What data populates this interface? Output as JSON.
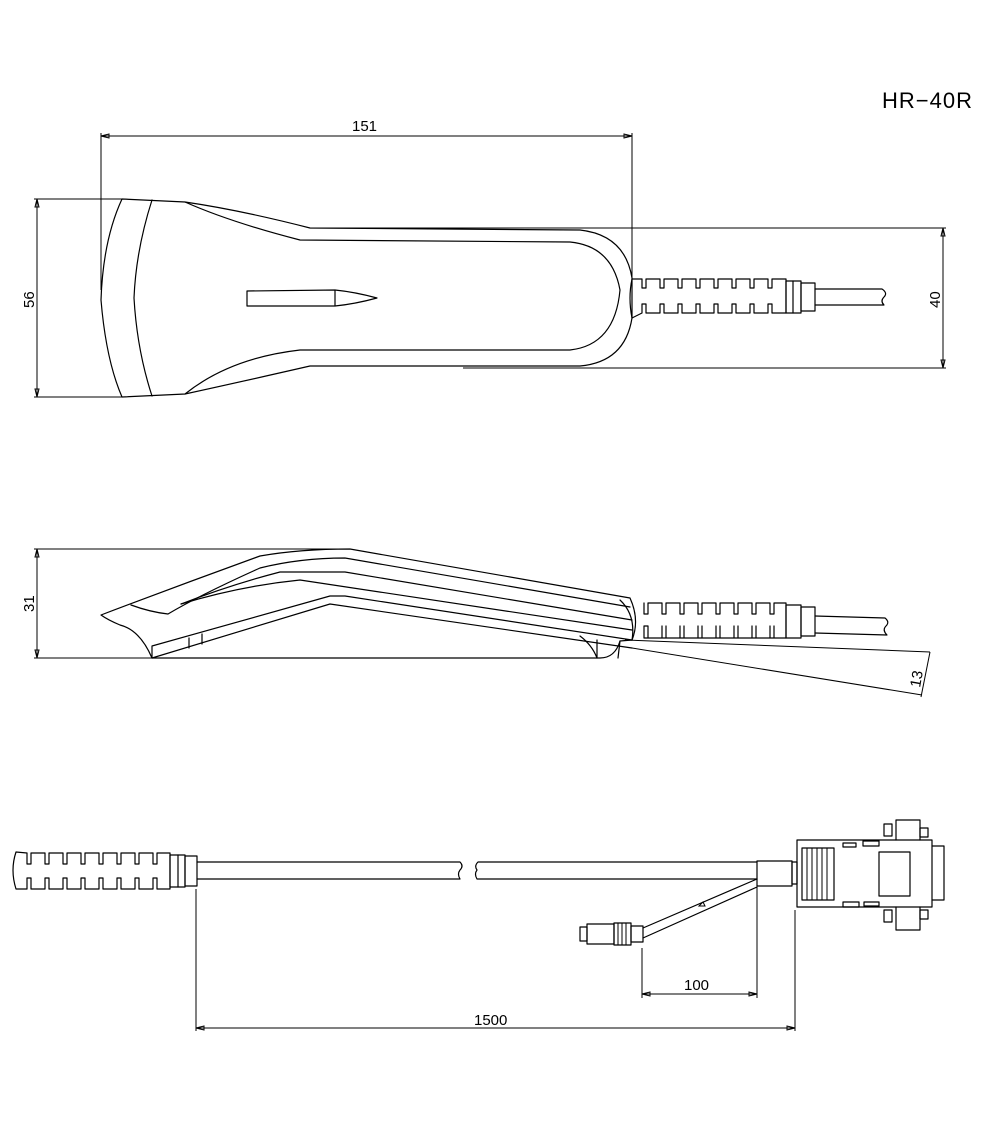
{
  "drawing": {
    "model": "HR−40R",
    "colors": {
      "line": "#000000",
      "background": "#ffffff"
    },
    "views": {
      "top_view": {
        "dimensions": {
          "overall_length": "151",
          "head_width": "56",
          "handle_width": "40"
        }
      },
      "side_view": {
        "dimensions": {
          "height": "31",
          "cable_exit_offset": "13"
        }
      },
      "cable_view": {
        "dimensions": {
          "cable_length": "1500",
          "power_branch_length": "100"
        },
        "parts": [
          "strain-relief-boot",
          "cable",
          "cable-break",
          "db9-connector",
          "power-jack"
        ]
      }
    }
  }
}
